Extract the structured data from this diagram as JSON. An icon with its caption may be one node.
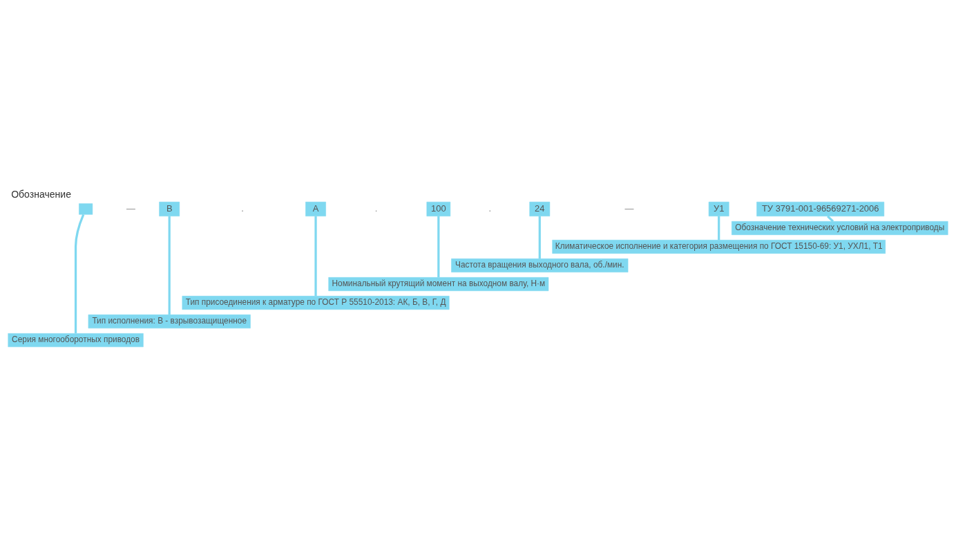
{
  "diagram": {
    "title": "Обозначение",
    "nodes": [
      {
        "text": [],
        "shape": "box"
      },
      {
        "text": [
          "В"
        ]
      },
      {
        "text": [
          "А"
        ]
      },
      {
        "text": [
          "100"
        ]
      },
      {
        "text": [
          "24"
        ]
      },
      {
        "text": [
          "У1"
        ]
      },
      {
        "text": [
          "ТУ 3791-001-96569271-2006"
        ]
      },
      {
        "text": [
          "Обозначение технических условий на электроприводы"
        ]
      },
      {
        "text": [
          "Климатическое исполнение и категория размещения по ГОСТ 15150-69: У1, УХЛ1, Т1"
        ]
      },
      {
        "text": [
          "Частота вращения выходного вала, об./мин."
        ]
      },
      {
        "text": [
          "Номинальный крутящий момент на выходном валу, Н·м"
        ]
      },
      {
        "text": [
          "Тип присоединения к арматуре по ГОСТ Р 55510-2013: АК, Б, В, Г, Д"
        ]
      },
      {
        "text": [
          "Тип исполнения: В - взрывозащищенное"
        ]
      },
      {
        "text": [
          "Серия многооборотных приводов"
        ]
      }
    ],
    "edges": [
      {
        "from": 6,
        "to": 7,
        "arrow": "none"
      },
      {
        "from": 5,
        "to": 8,
        "arrow": "none"
      },
      {
        "from": 4,
        "to": 9,
        "arrow": "none"
      },
      {
        "from": 3,
        "to": 10,
        "arrow": "none"
      },
      {
        "from": 2,
        "to": 11,
        "arrow": "none"
      },
      {
        "from": 1,
        "to": 12,
        "arrow": "none"
      },
      {
        "from": 0,
        "to": 13,
        "arrow": "none"
      }
    ],
    "labels": [
      "—",
      ".",
      ".",
      ".",
      "—"
    ]
  }
}
